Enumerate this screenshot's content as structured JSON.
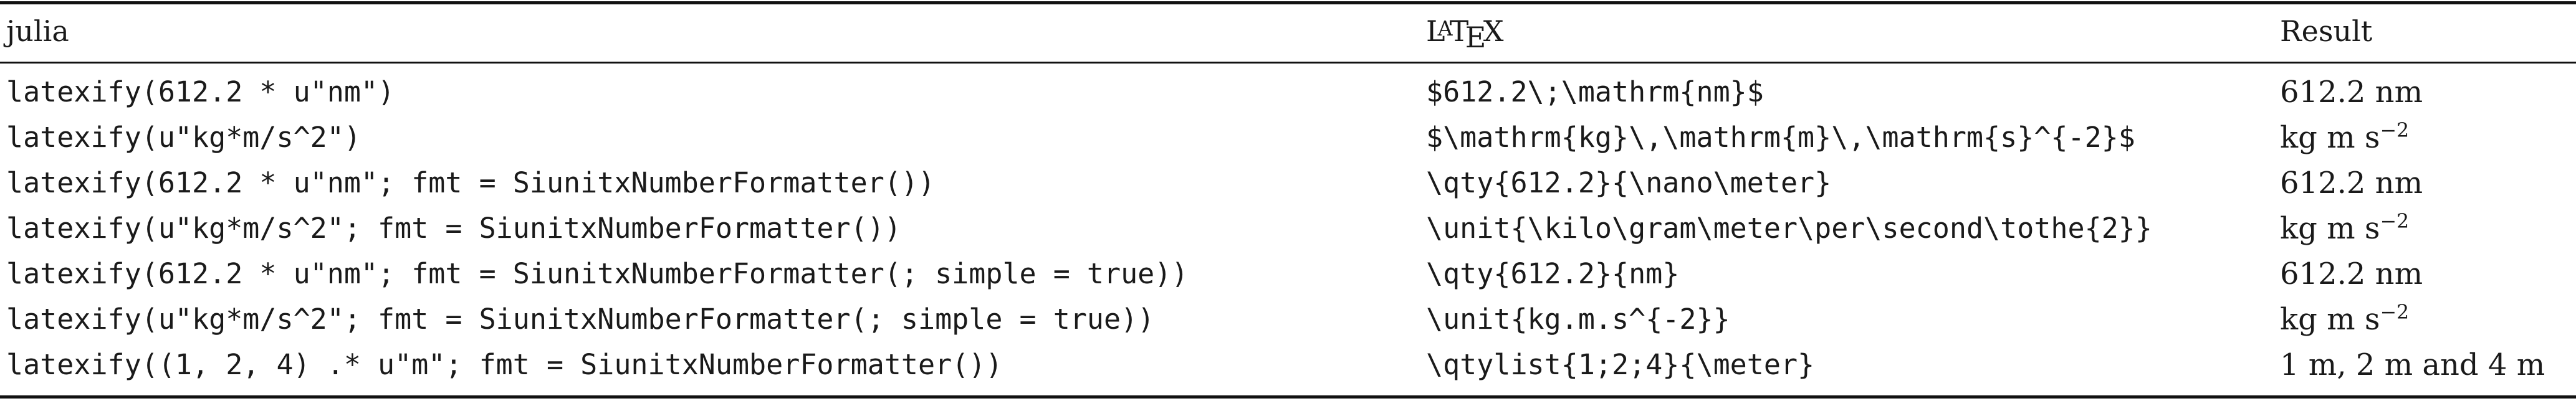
{
  "headers": {
    "julia": "julia",
    "latex": "LATEX",
    "result": "Result"
  },
  "rows": [
    {
      "julia": "latexify(612.2 * u\"nm\")",
      "latex": "$612.2\\;\\mathrm{nm}$",
      "result_base": "612.2 nm",
      "result_exp": ""
    },
    {
      "julia": "latexify(u\"kg*m/s^2\")",
      "latex": "$\\mathrm{kg}\\,\\mathrm{m}\\,\\mathrm{s}^{-2}$",
      "result_base": "kg m s",
      "result_exp": "−2"
    },
    {
      "julia": "latexify(612.2 * u\"nm\"; fmt = SiunitxNumberFormatter())",
      "latex": "\\qty{612.2}{\\nano\\meter}",
      "result_base": "612.2 nm",
      "result_exp": ""
    },
    {
      "julia": "latexify(u\"kg*m/s^2\"; fmt = SiunitxNumberFormatter())",
      "latex": "\\unit{\\kilo\\gram\\meter\\per\\second\\tothe{2}}",
      "result_base": "kg m s",
      "result_exp": "−2"
    },
    {
      "julia": "latexify(612.2 * u\"nm\"; fmt = SiunitxNumberFormatter(; simple = true))",
      "latex": "\\qty{612.2}{nm}",
      "result_base": "612.2 nm",
      "result_exp": ""
    },
    {
      "julia": "latexify(u\"kg*m/s^2\"; fmt = SiunitxNumberFormatter(; simple = true))",
      "latex": "\\unit{kg.m.s^{-2}}",
      "result_base": "kg m s",
      "result_exp": "−2"
    },
    {
      "julia": "latexify((1, 2, 4) .* u\"m\"; fmt = SiunitxNumberFormatter())",
      "latex": "\\qtylist{1;2;4}{\\meter}",
      "result_base": "1 m, 2 m and 4 m",
      "result_exp": ""
    }
  ]
}
